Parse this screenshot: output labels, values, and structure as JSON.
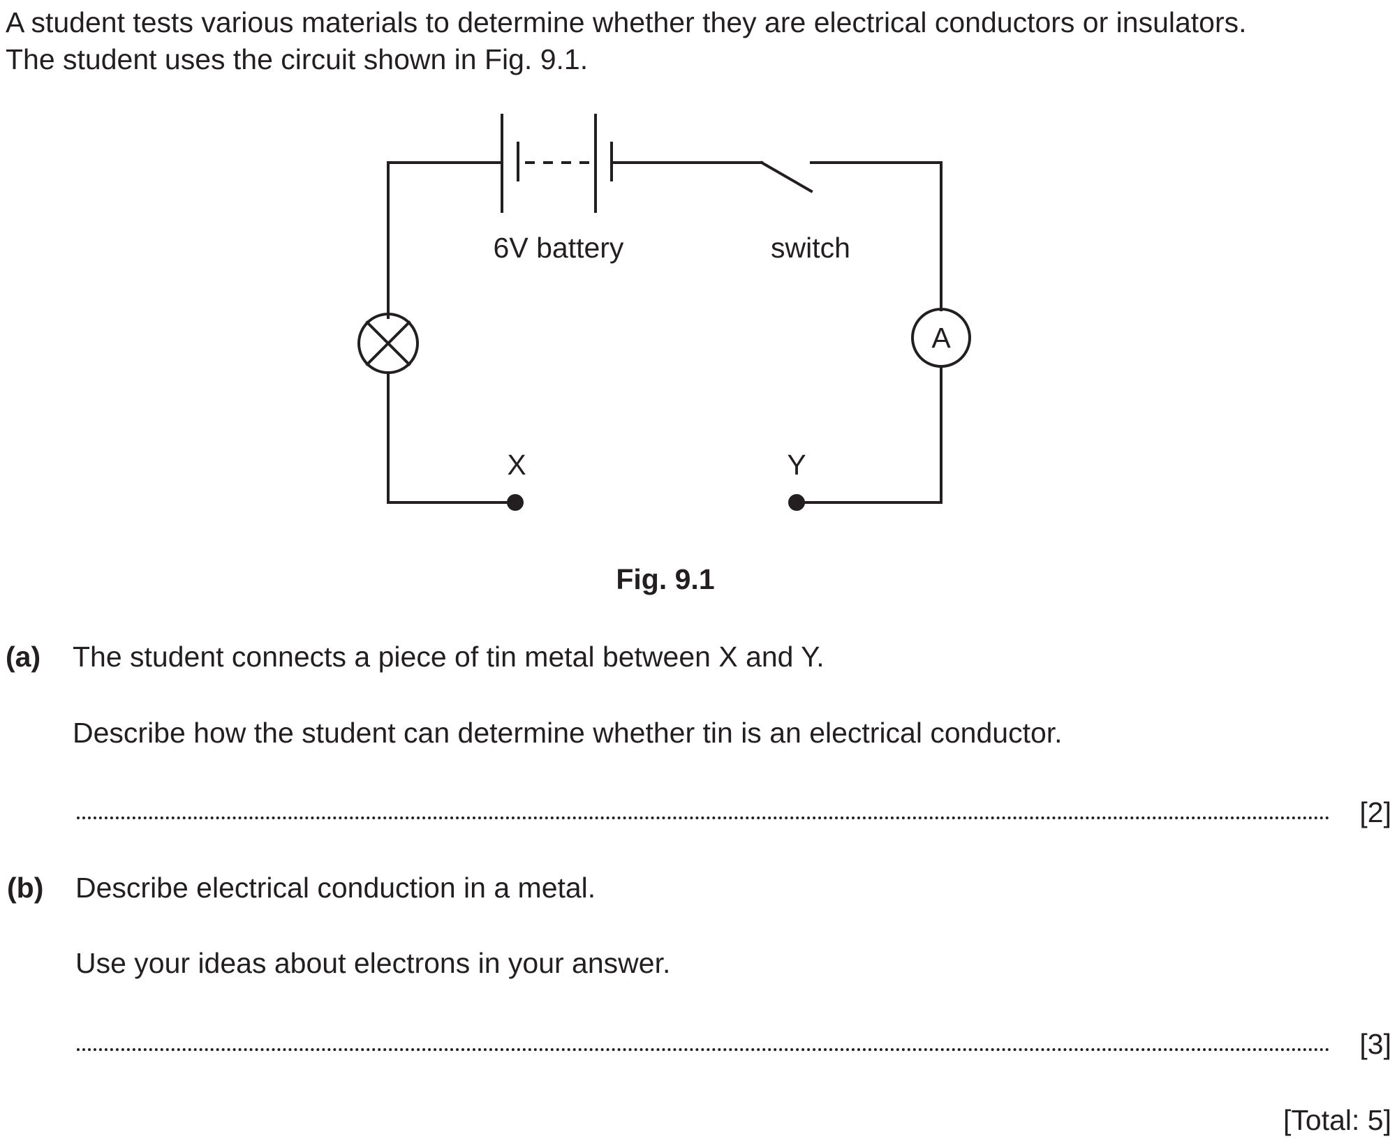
{
  "intro": {
    "line1": "A student tests various materials to determine whether they are electrical conductors or insulators.",
    "line2": "The student uses the circuit shown in Fig. 9.1."
  },
  "figure": {
    "battery_label": "6V battery",
    "switch_label": "switch",
    "ammeter_label": "A",
    "terminal_x_label": "X",
    "terminal_y_label": "Y",
    "caption": "Fig. 9.1"
  },
  "part_a": {
    "label": "(a)",
    "text1": "The student connects a piece of tin metal between X and Y.",
    "text2": "Describe how the student can determine whether tin is an electrical conductor.",
    "marks": "[2]"
  },
  "part_b": {
    "label": "(b)",
    "text1": "Describe electrical conduction in a metal.",
    "text2": "Use your ideas about electrons in your answer.",
    "marks": "[3]"
  },
  "total": "[Total: 5]"
}
